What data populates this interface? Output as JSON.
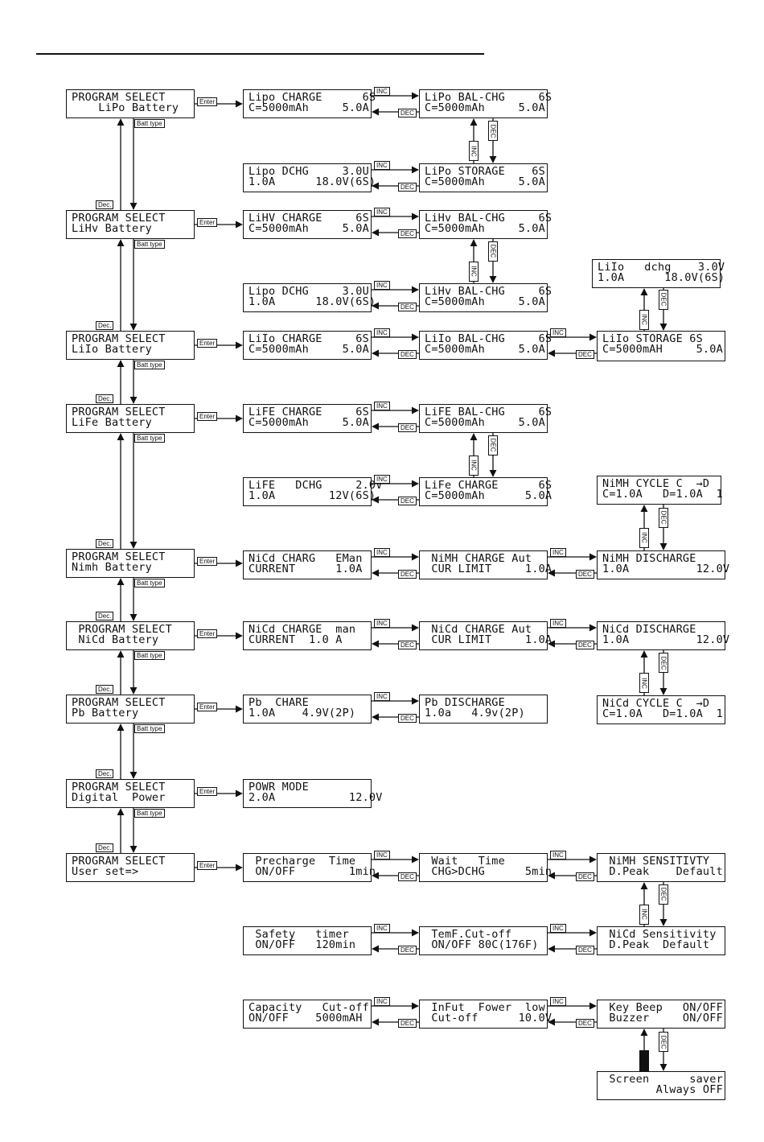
{
  "screens": {
    "ps_lipo": [
      "PROGRAM SELECT",
      "    LiPo Battery"
    ],
    "ps_lihv": [
      "PROGRAM SELECT",
      "LiHv Battery"
    ],
    "ps_liio": [
      "PROGRAM SELECT",
      "LiIo Battery"
    ],
    "ps_life": [
      "PROGRAM SELECT",
      "LiFe Battery"
    ],
    "ps_nimh": [
      "PROGRAM SELECT",
      "Nimh Battery"
    ],
    "ps_nicd": [
      " PROGRAM SELECT",
      " NiCd Battery"
    ],
    "ps_pb": [
      "PROGRAM SELECT",
      "Pb Battery"
    ],
    "ps_dp": [
      "PROGRAM SELECT",
      "Digital  Power"
    ],
    "ps_user": [
      "PROGRAM SELECT",
      "User set=>"
    ],
    "lipo_chg": [
      "Lipo CHARGE      6S",
      "C=5000mAh     5.0A"
    ],
    "lipo_bal": [
      "LiPo BAL-CHG     6S",
      "C=5000mAh     5.0A"
    ],
    "lipo_dchg": [
      "Lipo DCHG     3.0U",
      "1.0A      18.0V(6S)"
    ],
    "lipo_stor": [
      "LiPo STORAGE    6S",
      "C=5000mAh     5.0A"
    ],
    "lihv_chg": [
      "LiHV CHARGE     6S",
      "C=5000mAh     5.0A"
    ],
    "lihv_bal": [
      "LiHv BAL-CHG     6S",
      "C=5000mAh     5.0A"
    ],
    "lihv_dchg": [
      "Lipo DCHG     3.0U",
      "1.0A      18.0V(6S)"
    ],
    "lihv_bal2": [
      "LiHv BAL-CHG     6S",
      "C=5000mAh     5.0A"
    ],
    "liio_dchg": [
      "LiIo   dchg    3.0V",
      "1.0A      18.0V(6S)"
    ],
    "liio_chg": [
      "LiIo CHARGE     6S",
      "C=5000mAh     5.0A"
    ],
    "liio_bal": [
      "LiIo BAL-CHG     6S",
      "C=5000mAh     5.0A"
    ],
    "liio_stor": [
      "LiIo STORAGE 6S",
      "C=5000mAH     5.0A"
    ],
    "life_chg": [
      "LiFE CHARGE     6S",
      "C=5000mAh     5.0A"
    ],
    "life_bal": [
      "LiFE BAL-CHG     6S",
      "C=5000mAh     5.0A"
    ],
    "life_dchg": [
      "LiFE   DCHG     2.0V",
      "1.0A        12V(6S)"
    ],
    "life_chg2": [
      "LiFe CHARGE      6S",
      "C=5000mAh      5.0A"
    ],
    "nimh_cycle": [
      "NiMH CYCLE C  →D",
      "C=1.0A   D=1.0A  1"
    ],
    "nicd_cyc": [
      "NiCd CHARG   EMan",
      "CURRENT      1.0A"
    ],
    "nimh_chg": [
      " NiMH CHARGE Aut",
      " CUR LIMIT     1.0A"
    ],
    "nimh_dis": [
      "NiMH DISCHARGE",
      "1.0A          12.0V"
    ],
    "nicd_chg": [
      "NiCd CHARGE  man",
      "CURRENT  1.0 A"
    ],
    "nicd_aut": [
      " NiCd CHARGE Aut",
      " CUR LIMIT     1.0A"
    ],
    "nicd_dis": [
      "NiCd DISCHARGE",
      "1.0A          12.0V"
    ],
    "nicd_cycle": [
      "NiCd CYCLE C  →D",
      "C=1.0A   D=1.0A  1"
    ],
    "pb_chg": [
      "Pb  CHARE",
      "1.0A    4.9V(2P)"
    ],
    "pb_dis": [
      "Pb DISCHARGE",
      "1.0a   4.9v(2P)"
    ],
    "dp_mode": [
      "POWR MODE",
      "2.0A           12.0V"
    ],
    "pre_time": [
      " Precharge  Time",
      " ON/OFF        1min"
    ],
    "wait_time": [
      " Wait   Time",
      " CHG>DCHG      5min"
    ],
    "nimh_sens": [
      " NiMH SENSITIVTY",
      " D.Peak    Default"
    ],
    "safety": [
      " Safety   timer",
      " ON/OFF   120min"
    ],
    "temp_cut": [
      " TemF.Cut-off",
      " ON/OFF 80C(176F)"
    ],
    "nicd_sens": [
      " NiCd Sensitivity",
      " D.Peak  Default"
    ],
    "cap_cut": [
      "Capacity   Cut-off",
      "ON/OFF    5000mAH"
    ],
    "input_low": [
      " InFut  Fower  low",
      " Cut-off      10.0V"
    ],
    "key_beep": [
      " Key Beep   ON/OFF",
      " Buzzer     ON/OFF"
    ],
    "screen_saver": [
      " Screen      saver",
      "        Always OFF"
    ]
  },
  "labels": {
    "enter": "Enter",
    "inc": "INC",
    "dec": "DEC",
    "dec_back": "Dec.",
    "batt_type": "Batt type"
  }
}
